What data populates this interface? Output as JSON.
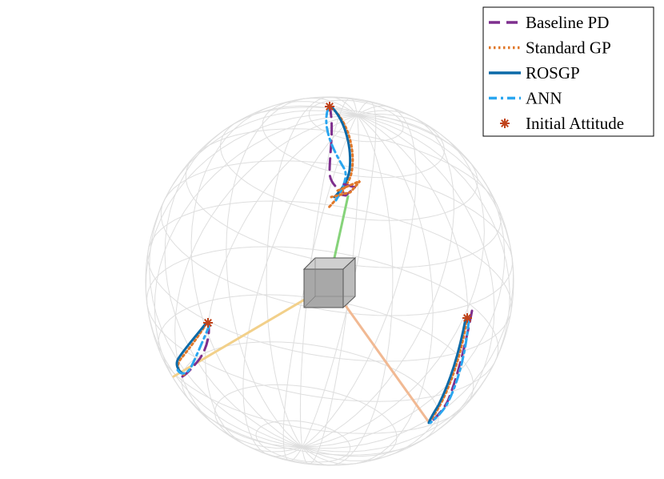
{
  "chart_data": {
    "type": "line",
    "title": "",
    "legend": {
      "placement": "top-right",
      "entries": [
        {
          "label": "Baseline PD",
          "color": "#7e2f8e",
          "style": "dash"
        },
        {
          "label": "Standard GP",
          "color": "#e0782a",
          "style": "dot"
        },
        {
          "label": "ROSGP",
          "color": "#0b6aa8",
          "style": "solid"
        },
        {
          "label": "ANN",
          "color": "#2aa6f0",
          "style": "dashdot"
        },
        {
          "label": "Initial Attitude",
          "color": "#c0431a",
          "style": "star-marker"
        }
      ]
    },
    "axis_colors": {
      "body_x": "#86d37a",
      "body_y": "#f2d08a",
      "body_z": "#f1b993"
    },
    "sphere_grid": true,
    "cube_color": "#a8a8a8"
  }
}
